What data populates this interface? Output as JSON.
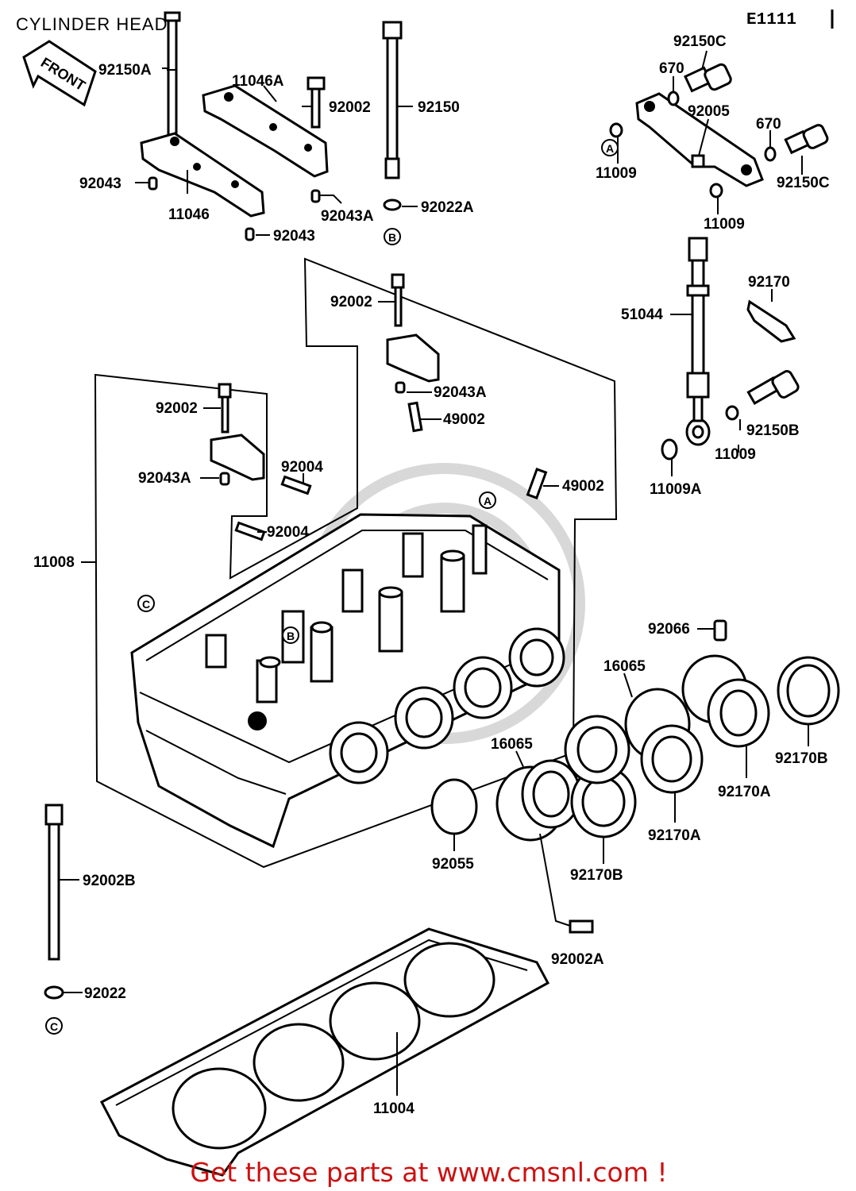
{
  "title": "CYLINDER HEAD",
  "diagram_code": "E1111",
  "front_label": "FRONT",
  "footer": "Get these parts at www.cmsnl.com !",
  "ref_markers": [
    "A",
    "B",
    "C"
  ],
  "part_labels": {
    "p92150A": "92150A",
    "p11046A": "11046A",
    "p92002_top": "92002",
    "p92150": "92150",
    "p92043_l": "92043",
    "p11046": "11046",
    "p92043A_top": "92043A",
    "p92022A": "92022A",
    "p92043_b": "92043",
    "p92150C_top": "92150C",
    "p670_a": "670",
    "p92005": "92005",
    "p670_b": "670",
    "p11009_a": "11009",
    "p92150C_r": "92150C",
    "p11009_b": "11009",
    "p92170": "92170",
    "p51044": "51044",
    "p92150B": "92150B",
    "p11009_c": "11009",
    "p11009A": "11009A",
    "p92002_mid": "92002",
    "p92043A_mid": "92043A",
    "p49002_a": "49002",
    "p92002_left": "92002",
    "p92043A_left": "92043A",
    "p92004_a": "92004",
    "p92004_b": "92004",
    "p49002_b": "49002",
    "p11008": "11008",
    "p92066": "92066",
    "p16065_a": "16065",
    "p16065_b": "16065",
    "p92170B_r": "92170B",
    "p92170A_a": "92170A",
    "p92170A_b": "92170A",
    "p92055": "92055",
    "p92170B_b": "92170B",
    "p92002B": "92002B",
    "p92002A": "92002A",
    "p92022": "92022",
    "p11004": "11004"
  }
}
